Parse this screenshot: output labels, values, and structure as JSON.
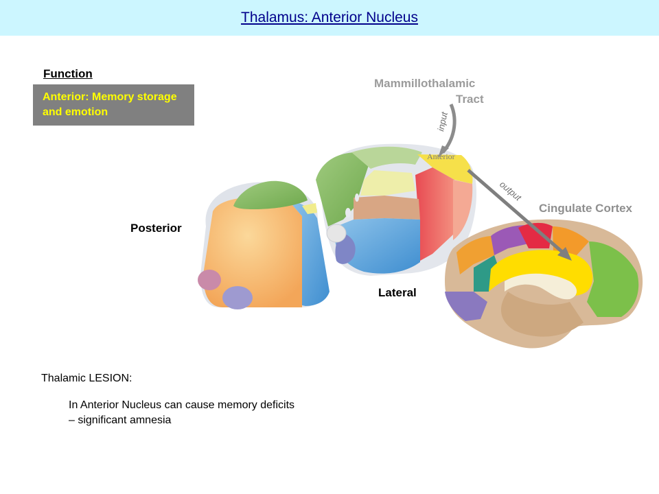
{
  "title": "Thalamus:  Anterior Nucleus",
  "function_panel": {
    "heading": "Function",
    "text": "Anterior: Memory storage and emotion"
  },
  "labels": {
    "mammillothalamic_line1": "Mammillothalamic",
    "mammillothalamic_line2": "Tract",
    "input": "input",
    "anterior": "Anterior",
    "output": "output",
    "cingulate_cortex": "Cingulate Cortex",
    "posterior": "Posterior",
    "lateral": "Lateral"
  },
  "lesion": {
    "heading": "Thalamic LESION:",
    "text": "In Anterior Nucleus can cause memory deficits – significant amnesia"
  },
  "colors": {
    "title_bar": "#ccf6ff",
    "title_text": "#00008b",
    "function_box": "#808080",
    "function_text": "#ffff00",
    "arrow_gray": "#8c8c8c"
  }
}
